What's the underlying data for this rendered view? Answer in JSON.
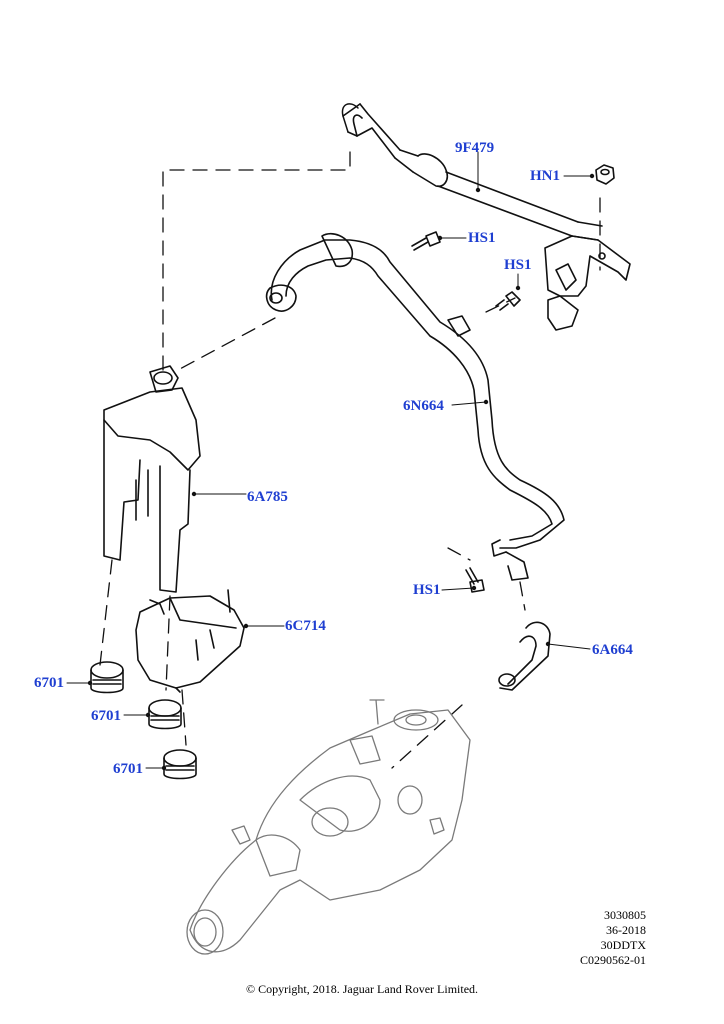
{
  "callouts": {
    "c_9F479": "9F479",
    "c_HN1": "HN1",
    "c_HS1_a": "HS1",
    "c_HS1_b": "HS1",
    "c_6N664": "6N664",
    "c_6A785": "6A785",
    "c_6C714": "6C714",
    "c_HS1_c": "HS1",
    "c_6A664": "6A664",
    "c_6701_a": "6701",
    "c_6701_b": "6701",
    "c_6701_c": "6701"
  },
  "reference": {
    "line1": "3030805",
    "line2": "36-2018",
    "line3": "30DDTX",
    "line4": "C0290562-01"
  },
  "copyright": "© Copyright, 2018. Jaguar Land Rover Limited.",
  "colors": {
    "callout": "#1f3fd1",
    "linework": "#111111"
  }
}
